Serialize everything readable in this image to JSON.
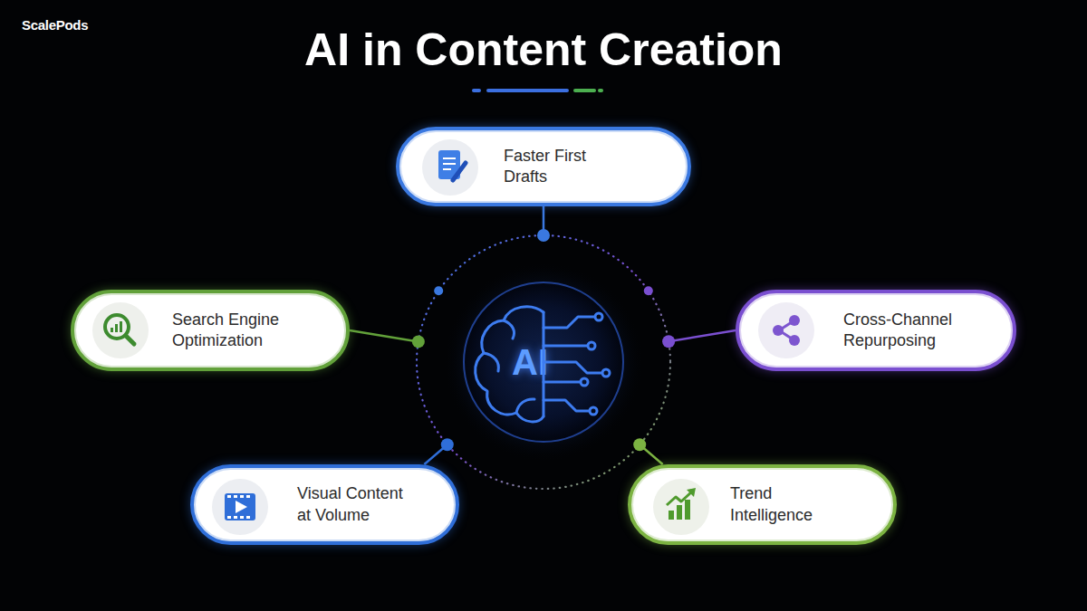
{
  "diagram": {
    "title": "AI in Content Creation",
    "nodes": [
      {
        "text": [
          "Faster First Drafts"
        ]
      },
      {
        "text": [
          "Search Engine Optimization"
        ]
      },
      {
        "text": [
          "Cross-Channel Repurposing"
        ]
      },
      {
        "text": [
          "AI"
        ]
      },
      {
        "text": [
          "Visual Content at Volume"
        ]
      },
      {
        "text": [
          "Trend Intelligence"
        ]
      }
    ],
    "edges": [
      {
        "from": 3,
        "to": 0,
        "arrow": "none"
      },
      {
        "from": 3,
        "to": 1,
        "arrow": "none"
      },
      {
        "from": 3,
        "to": 2,
        "arrow": "none"
      },
      {
        "from": 3,
        "to": 4,
        "arrow": "none"
      },
      {
        "from": 3,
        "to": 5,
        "arrow": "none"
      }
    ],
    "labels": [
      "ScalePods"
    ]
  }
}
